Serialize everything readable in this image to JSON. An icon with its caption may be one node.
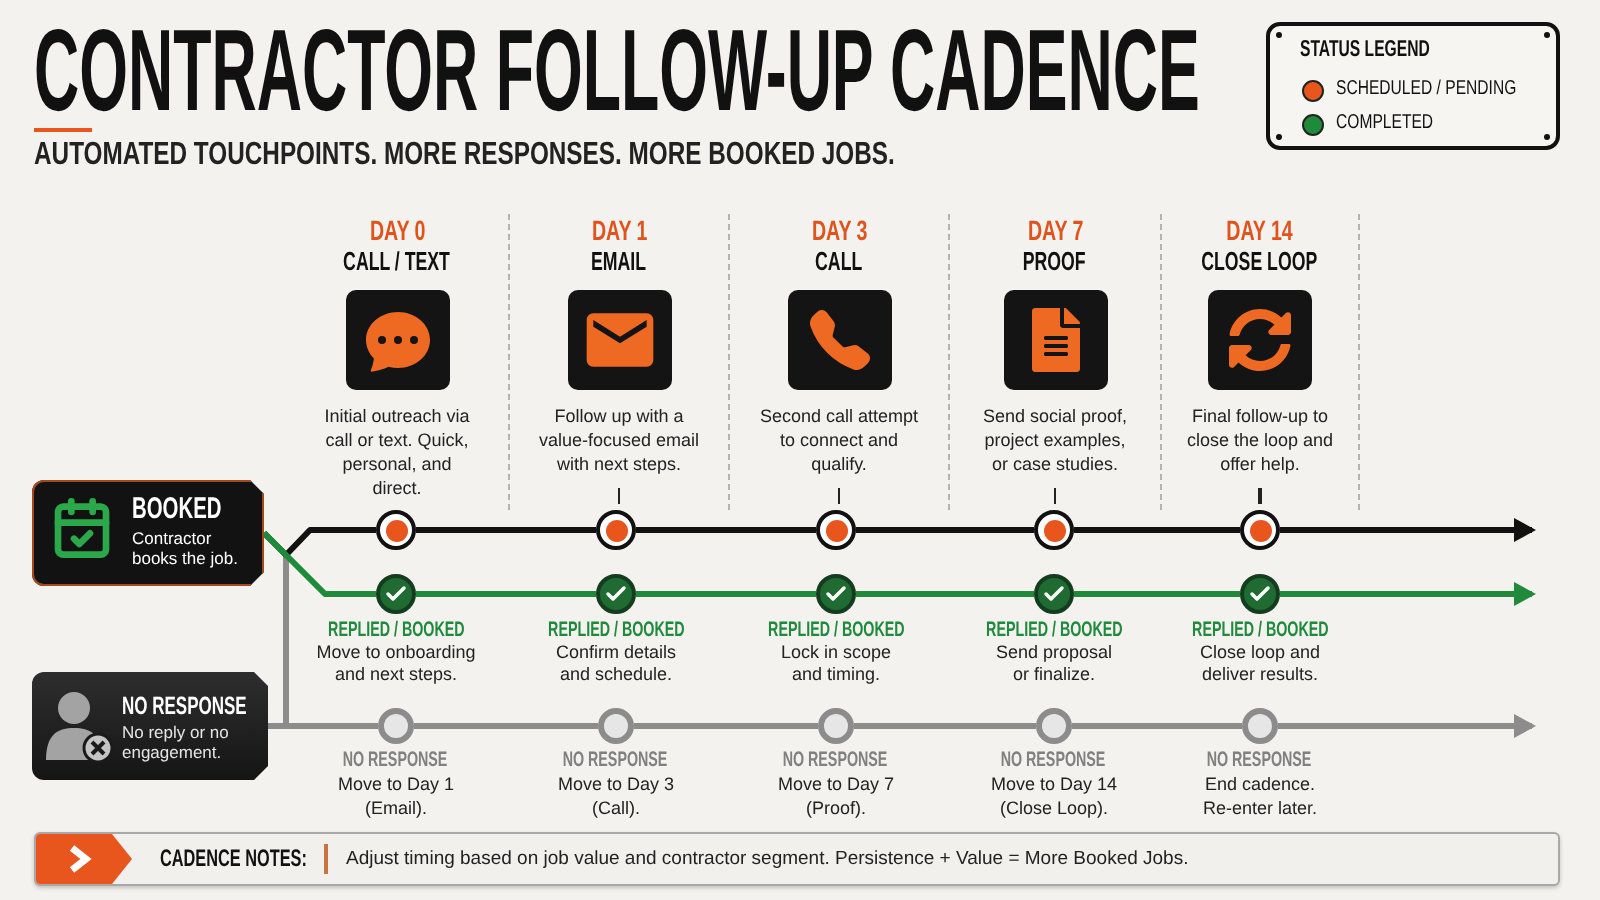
{
  "diagram": {
    "title": "CONTRACTOR FOLLOW-UP CADENCE",
    "nodes": [
      {
        "text": [
          "DAY 0",
          "CALL / TEXT",
          "Initial outreach via call or text. Quick, personal, and direct."
        ]
      },
      {
        "text": [
          "DAY 1",
          "EMAIL",
          "Follow up with a value-focused email with next steps."
        ]
      },
      {
        "text": [
          "DAY 3",
          "CALL",
          "Second call attempt to connect and qualify."
        ]
      },
      {
        "text": [
          "DAY 7",
          "PROOF",
          "Send social proof, project examples, or case studies."
        ]
      },
      {
        "text": [
          "DAY 14",
          "CLOSE LOOP",
          "Final follow-up to close the loop and offer help."
        ]
      },
      {
        "text": [],
        "shape": "circle"
      },
      {
        "text": [],
        "shape": "circle"
      },
      {
        "text": [],
        "shape": "circle"
      },
      {
        "text": [],
        "shape": "circle"
      },
      {
        "text": [],
        "shape": "circle"
      },
      {
        "text": [
          "BOOKED",
          "Contractor books the job."
        ]
      },
      {
        "text": [],
        "shape": "circle",
        "beside": [
          "REPLIED / BOOKED",
          "Move to onboarding and next steps."
        ]
      },
      {
        "text": [],
        "shape": "circle",
        "beside": [
          "REPLIED / BOOKED",
          "Confirm details and schedule."
        ]
      },
      {
        "text": [],
        "shape": "circle",
        "beside": [
          "REPLIED / BOOKED",
          "Lock in scope and timing."
        ]
      },
      {
        "text": [],
        "shape": "circle",
        "beside": [
          "REPLIED / BOOKED",
          "Send proposal or finalize."
        ]
      },
      {
        "text": [],
        "shape": "circle",
        "beside": [
          "REPLIED / BOOKED",
          "Close loop and deliver results."
        ]
      },
      {
        "text": [
          "NO RESPONSE",
          "No reply or no engagement."
        ]
      },
      {
        "text": [],
        "shape": "circle",
        "beside": [
          "NO RESPONSE",
          "Move to Day 1 (Email)."
        ]
      },
      {
        "text": [],
        "shape": "circle",
        "beside": [
          "NO RESPONSE",
          "Move to Day 3 (Call)."
        ]
      },
      {
        "text": [],
        "shape": "circle",
        "beside": [
          "NO RESPONSE",
          "Move to Day 7 (Proof)."
        ]
      },
      {
        "text": [],
        "shape": "circle",
        "beside": [
          "NO RESPONSE",
          "Move to Day 14 (Close Loop)."
        ]
      },
      {
        "text": [],
        "shape": "circle",
        "beside": [
          "NO RESPONSE",
          "End cadence. Re-enter later."
        ]
      },
      {
        "text": [
          "CADENCE NOTES:",
          "Adjust timing based on job value and contractor segment. Persistence + Value = More Booked Jobs."
        ]
      }
    ],
    "edges": [
      {
        "from": 10,
        "to": 5,
        "arrow": "none"
      },
      {
        "from": 5,
        "to": 6,
        "arrow": "none"
      },
      {
        "from": 6,
        "to": 7,
        "arrow": "none"
      },
      {
        "from": 7,
        "to": 8,
        "arrow": "none"
      },
      {
        "from": 8,
        "to": 9,
        "arrow": "none"
      },
      {
        "from": 9,
        "to": null,
        "arrow": "to"
      },
      {
        "from": 10,
        "to": 11,
        "arrow": "none",
        "color": "#1e8a3a"
      },
      {
        "from": 11,
        "to": 12,
        "arrow": "none",
        "color": "#1e8a3a"
      },
      {
        "from": 12,
        "to": 13,
        "arrow": "none",
        "color": "#1e8a3a"
      },
      {
        "from": 13,
        "to": 14,
        "arrow": "none",
        "color": "#1e8a3a"
      },
      {
        "from": 14,
        "to": 15,
        "arrow": "none",
        "color": "#1e8a3a"
      },
      {
        "from": 15,
        "to": null,
        "arrow": "to",
        "color": "#1e8a3a"
      },
      {
        "from": 16,
        "to": 17,
        "arrow": "none",
        "color": "#8c8c8c"
      },
      {
        "from": 17,
        "to": 18,
        "arrow": "none",
        "color": "#8c8c8c"
      },
      {
        "from": 18,
        "to": 19,
        "arrow": "none",
        "color": "#8c8c8c"
      },
      {
        "from": 19,
        "to": 20,
        "arrow": "none",
        "color": "#8c8c8c"
      },
      {
        "from": 20,
        "to": 21,
        "arrow": "none",
        "color": "#8c8c8c"
      },
      {
        "from": 21,
        "to": null,
        "arrow": "to",
        "color": "#8c8c8c"
      }
    ],
    "labels": [
      "AUTOMATED TOUCHPOINTS. MORE RESPONSES. MORE BOOKED JOBS.",
      "STATUS LEGEND"
    ],
    "legend": [
      {
        "text": "SCHEDULED / PENDING",
        "color": "#e8561e"
      },
      {
        "text": "COMPLETED",
        "color": "#1e8a3a"
      }
    ]
  }
}
